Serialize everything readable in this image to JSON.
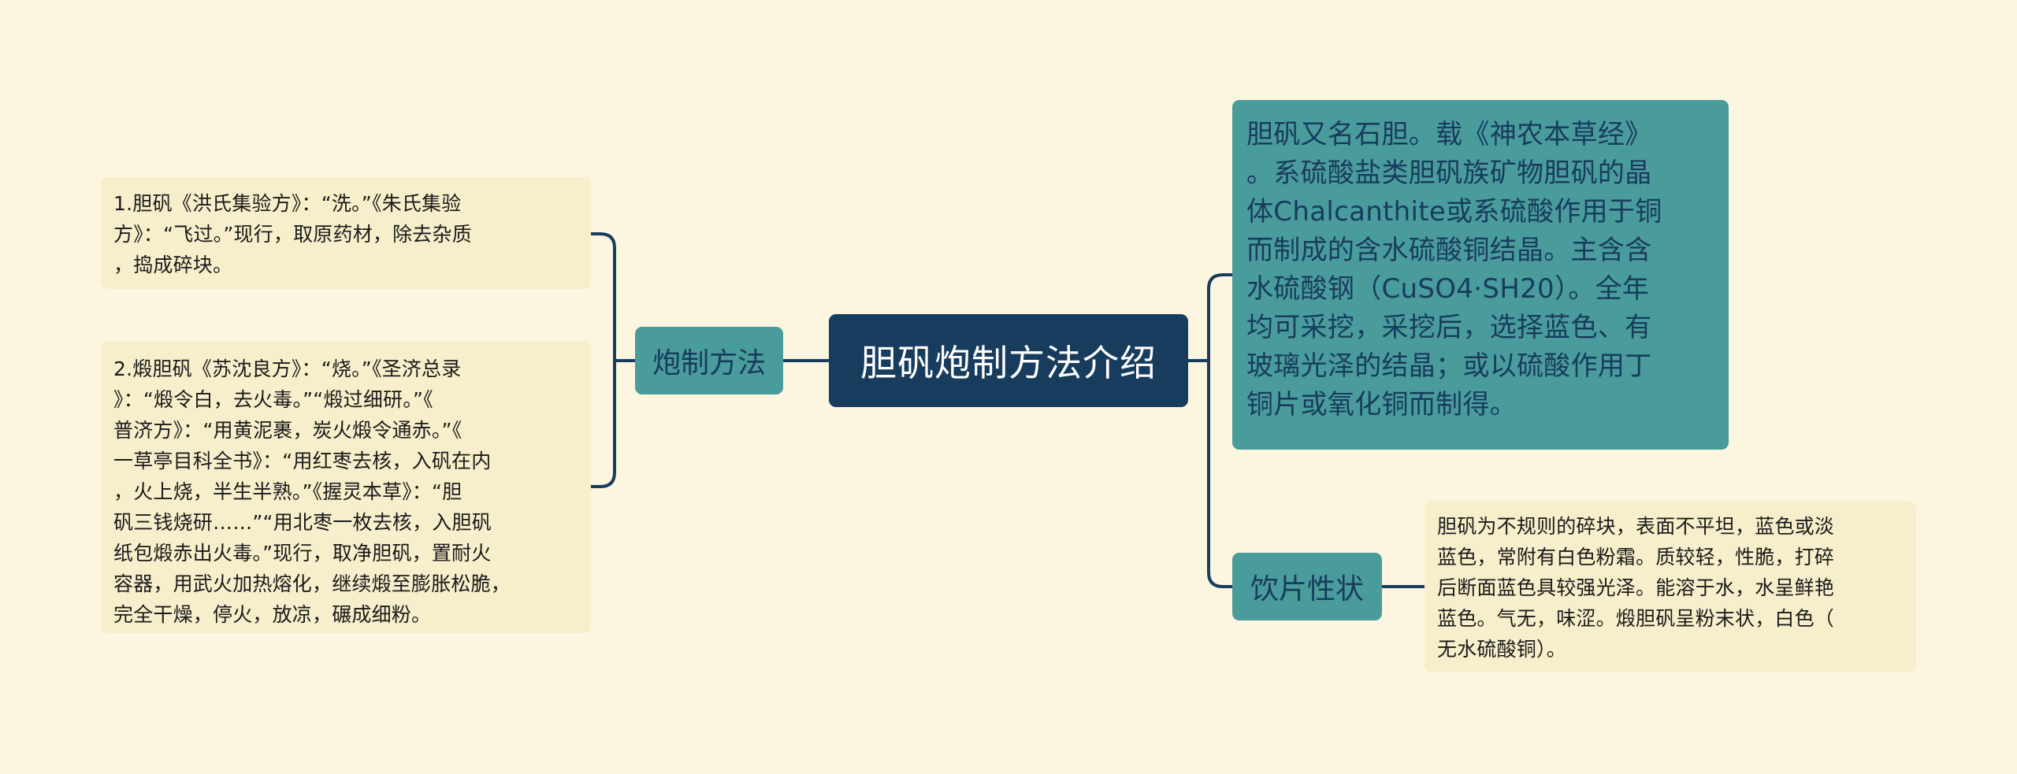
{
  "colors": {
    "background": "#fcf6e0",
    "root_fill": "#173c5d",
    "branch_fill": "#4a9b9b",
    "leaf_fill": "#f7efcb",
    "connector": "#173c5d"
  },
  "root": {
    "label": "胆矾炮制方法介绍"
  },
  "branches": {
    "processing": {
      "label": "炮制方法",
      "leaves": [
        {
          "text": "1.胆矾《洪氏集验方》：“洗。”《朱氏集验\n方》：“飞过。”现行，取原药材，除去杂质\n，捣成碎块。"
        },
        {
          "text": "2.煅胆矾《苏沈良方》：“烧。”《圣济总录\n》：“煅令白，去火毒。”“煅过细研。”《\n普济方》：“用黄泥裹，炭火煅令通赤。”《\n一草亭目科全书》：“用红枣去核，入矾在内\n，火上烧，半生半熟。”《握灵本草》：“胆\n矾三钱烧研……”“用北枣一枚去核，入胆矾\n纸包煅赤出火毒。”现行，取净胆矾，置耐火\n容器，用武火加热熔化，继续煅至膨胀松脆，\n完全干燥，停火，放凉，碾成细粉。"
        }
      ]
    },
    "description": {
      "text": "胆矾又名石胆。载《神农本草经》\n。系硫酸盐类胆矾族矿物胆矾的晶\n体Chalcanthite或系硫酸作用于铜\n而制成的含水硫酸铜结晶。主含含\n水硫酸钢（CuSO4·SH20）。全年\n均可采挖，采挖后，选择蓝色、有\n玻璃光泽的结晶；或以硫酸作用丁\n铜片或氧化铜而制得。"
    },
    "slice_properties": {
      "label": "饮片性状",
      "leaves": [
        {
          "text": "胆矾为不规则的碎块，表面不平坦，蓝色或淡\n蓝色，常附有白色粉霜。质较轻，性脆，打碎\n后断面蓝色具较强光泽。能溶于水，水呈鲜艳\n蓝色。气无，味涩。煅胆矾呈粉末状，白色（\n无水硫酸铜）。"
        }
      ]
    }
  }
}
